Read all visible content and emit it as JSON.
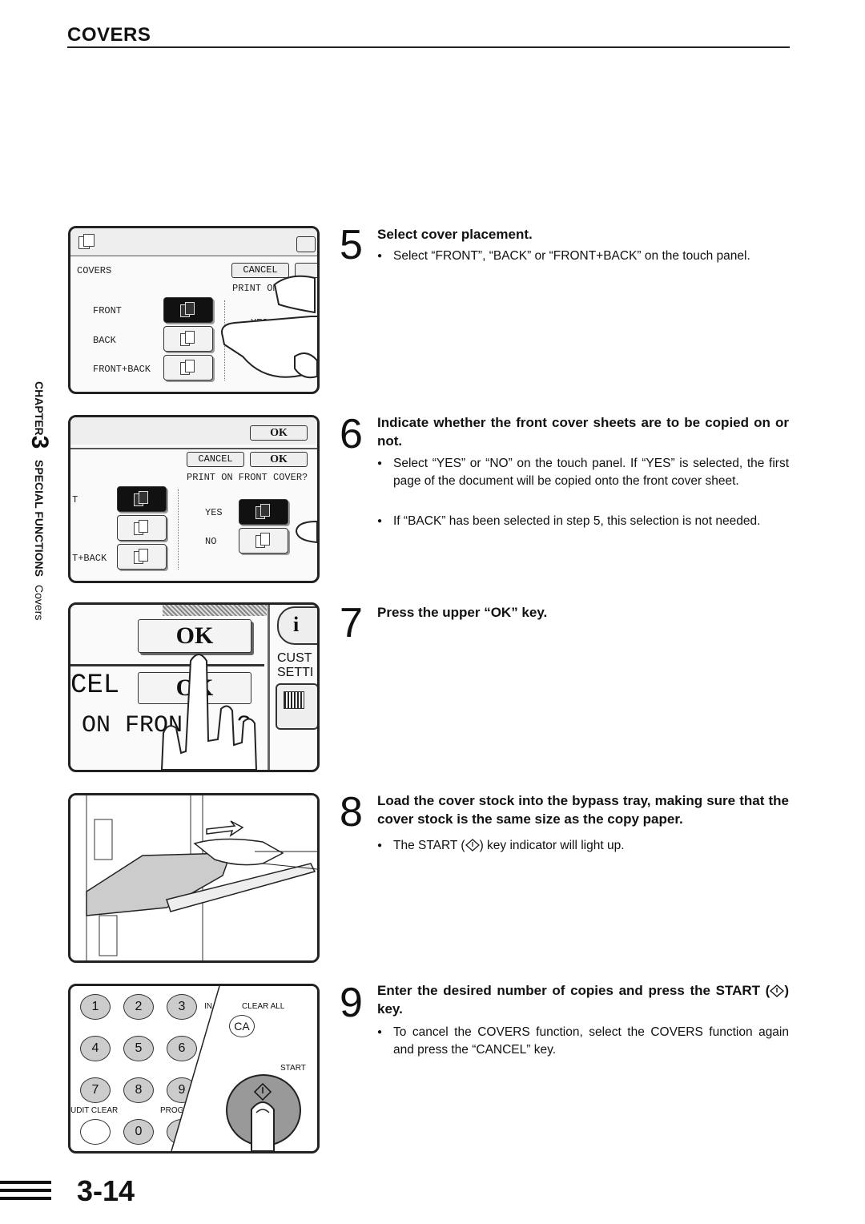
{
  "header": {
    "title": "COVERS"
  },
  "sidebar": {
    "chapter_word": "CHAPTER",
    "chapter_num": "3",
    "section": "SPECIAL FUNCTIONS",
    "subsection": "Covers"
  },
  "panel1": {
    "covers_label": "COVERS",
    "cancel_label": "CANCEL",
    "print_on_front": "PRINT ON FRON",
    "front_label": "FRONT",
    "back_label": "BACK",
    "front_back_label": "FRONT+BACK",
    "yes_label": "YES"
  },
  "panel2": {
    "ok_top": "OK",
    "cancel_label": "CANCEL",
    "ok_label": "OK",
    "question": "PRINT ON FRONT COVER?",
    "t_label": "T",
    "t_back_label": "T+BACK",
    "yes_label": "YES",
    "no_label": "NO"
  },
  "panel3": {
    "ok_big": "OK",
    "ok_big2": "OK",
    "cel": "CEL",
    "on_front": "ON FRON",
    "q_mark": "?",
    "cust": "CUST",
    "setti": "SETTI",
    "info": "i"
  },
  "panel5": {
    "keys": [
      "1",
      "2",
      "3",
      "4",
      "5",
      "6",
      "7",
      "8",
      "9",
      "0"
    ],
    "clear_all": "CLEAR ALL",
    "ca": "CA",
    "start": "START",
    "audit_clear": "UDIT CLEAR",
    "prog": "PROG",
    "in_label": "IN",
    "p_label": "P"
  },
  "steps": {
    "s5": {
      "num": "5",
      "title": "Select cover placement.",
      "b1": "Select “FRONT”, “BACK” or “FRONT+BACK” on the touch panel."
    },
    "s6": {
      "num": "6",
      "title": "Indicate whether the front cover sheets are to be copied on or not.",
      "b1": "Select “YES” or “NO” on the touch panel. If “YES” is selected, the first page of the document will be copied onto the front cover sheet.",
      "b2": "If “BACK” has been selected in step 5, this selection is not needed."
    },
    "s7": {
      "num": "7",
      "title": "Press the upper “OK” key."
    },
    "s8": {
      "num": "8",
      "title": "Load the cover stock into the bypass tray, making sure that the cover stock is the same size as the copy paper.",
      "b1_pre": "The START (",
      "b1_post": ") key indicator will light up."
    },
    "s9": {
      "num": "9",
      "title_pre": "Enter the desired number of copies and press the START (",
      "title_post": ") key.",
      "b1": "To cancel the COVERS function, select the COVERS function again and press the “CANCEL” key."
    }
  },
  "footer": {
    "page_number": "3-14"
  }
}
